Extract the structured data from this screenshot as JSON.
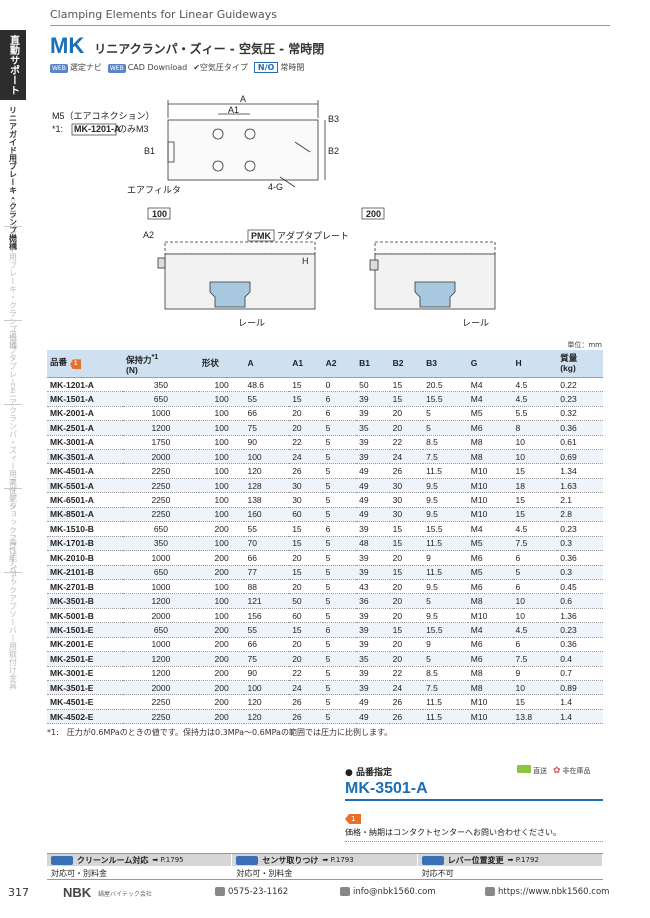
{
  "header": {
    "category": "Clamping Elements for Linear Guideways",
    "model": "MK",
    "subtitle": "リニアクランパ・ズィー - 空気圧 - 常時閉",
    "tag1": "選定ナビ",
    "tag2": "CAD Download",
    "tag3": "空気圧タイプ",
    "no_label": "N/O",
    "tag4": "常時閉",
    "web_icon": "WEB"
  },
  "side_tabs": [
    "直動サポート",
    "リニアガイド用ブレーキ・クランプ機構",
    "リニアシャフト用ブレーキ・クランプ機構",
    "アダプタプレート",
    "リニアクランパ・ズィー用アダプタ",
    "高性能ショックアブソーバー",
    "高性能ショックアブソーバー用取付け金具"
  ],
  "drawing": {
    "label_m5": "M5",
    "label_m5_note": "（エアコネクション）",
    "label_star1": "*1:",
    "label_mk1201": "MK-1201-A",
    "label_m3": "のみM3",
    "label_a": "A",
    "label_a1": "A1",
    "label_a2": "A2",
    "label_b1": "B1",
    "label_b2": "B2",
    "label_b3": "B3",
    "label_4g": "4-G",
    "label_filter": "エアフィルタ",
    "label_100": "100",
    "label_200": "200",
    "label_pmk": "PMK",
    "label_adapter": "アダプタプレート",
    "label_h": "H",
    "label_rail1": "レール",
    "label_rail2": "レール"
  },
  "table": {
    "unit": "単位：mm",
    "headers": {
      "part": "品番",
      "badge": "1",
      "hold": "保持力",
      "hold_note": "*1",
      "hold_unit": "(N)",
      "shape": "形状",
      "a": "A",
      "a1": "A1",
      "a2": "A2",
      "b1": "B1",
      "b2": "B2",
      "b3": "B3",
      "g": "G",
      "h": "H",
      "mass": "質量",
      "mass_unit": "(kg)"
    },
    "rows": [
      [
        "MK-1201-A",
        "350",
        "100",
        "48.6",
        "15",
        "0",
        "50",
        "15",
        "20.5",
        "M4",
        "4.5",
        "0.22"
      ],
      [
        "MK-1501-A",
        "650",
        "100",
        "55",
        "15",
        "6",
        "39",
        "15",
        "15.5",
        "M4",
        "4.5",
        "0.23"
      ],
      [
        "MK-2001-A",
        "1000",
        "100",
        "66",
        "20",
        "6",
        "39",
        "20",
        "5",
        "M5",
        "5.5",
        "0.32"
      ],
      [
        "MK-2501-A",
        "1200",
        "100",
        "75",
        "20",
        "5",
        "35",
        "20",
        "5",
        "M6",
        "8",
        "0.36"
      ],
      [
        "MK-3001-A",
        "1750",
        "100",
        "90",
        "22",
        "5",
        "39",
        "22",
        "8.5",
        "M8",
        "10",
        "0.61"
      ],
      [
        "MK-3501-A",
        "2000",
        "100",
        "100",
        "24",
        "5",
        "39",
        "24",
        "7.5",
        "M8",
        "10",
        "0.69"
      ],
      [
        "MK-4501-A",
        "2250",
        "100",
        "120",
        "26",
        "5",
        "49",
        "26",
        "11.5",
        "M10",
        "15",
        "1.34"
      ],
      [
        "MK-5501-A",
        "2250",
        "100",
        "128",
        "30",
        "5",
        "49",
        "30",
        "9.5",
        "M10",
        "18",
        "1.63"
      ],
      [
        "MK-6501-A",
        "2250",
        "100",
        "138",
        "30",
        "5",
        "49",
        "30",
        "9.5",
        "M10",
        "15",
        "2.1"
      ],
      [
        "MK-8501-A",
        "2250",
        "100",
        "160",
        "60",
        "5",
        "49",
        "30",
        "9.5",
        "M10",
        "15",
        "2.8"
      ],
      [
        "MK-1510-B",
        "650",
        "200",
        "55",
        "15",
        "6",
        "39",
        "15",
        "15.5",
        "M4",
        "4.5",
        "0.23"
      ],
      [
        "MK-1701-B",
        "350",
        "100",
        "70",
        "15",
        "5",
        "48",
        "15",
        "11.5",
        "M5",
        "7.5",
        "0.3"
      ],
      [
        "MK-2010-B",
        "1000",
        "200",
        "66",
        "20",
        "5",
        "39",
        "20",
        "9",
        "M6",
        "6",
        "0.36"
      ],
      [
        "MK-2101-B",
        "650",
        "200",
        "77",
        "15",
        "5",
        "39",
        "15",
        "11.5",
        "M5",
        "5",
        "0.3"
      ],
      [
        "MK-2701-B",
        "1000",
        "100",
        "88",
        "20",
        "5",
        "43",
        "20",
        "9.5",
        "M6",
        "6",
        "0.45"
      ],
      [
        "MK-3501-B",
        "1200",
        "100",
        "121",
        "50",
        "5",
        "36",
        "20",
        "5",
        "M8",
        "10",
        "0.6"
      ],
      [
        "MK-5001-B",
        "2000",
        "100",
        "156",
        "60",
        "5",
        "39",
        "20",
        "9.5",
        "M10",
        "10",
        "1.36"
      ],
      [
        "MK-1501-E",
        "650",
        "200",
        "55",
        "15",
        "6",
        "39",
        "15",
        "15.5",
        "M4",
        "4.5",
        "0.23"
      ],
      [
        "MK-2001-E",
        "1000",
        "200",
        "66",
        "20",
        "5",
        "39",
        "20",
        "9",
        "M6",
        "6",
        "0.36"
      ],
      [
        "MK-2501-E",
        "1200",
        "200",
        "75",
        "20",
        "5",
        "35",
        "20",
        "5",
        "M6",
        "7.5",
        "0.4"
      ],
      [
        "MK-3001-E",
        "1200",
        "200",
        "90",
        "22",
        "5",
        "39",
        "22",
        "8.5",
        "M8",
        "9",
        "0.7"
      ],
      [
        "MK-3501-E",
        "2000",
        "200",
        "100",
        "24",
        "5",
        "39",
        "24",
        "7.5",
        "M8",
        "10",
        "0.89"
      ],
      [
        "MK-4501-E",
        "2250",
        "200",
        "120",
        "26",
        "5",
        "49",
        "26",
        "11.5",
        "M10",
        "15",
        "1.4"
      ],
      [
        "MK-4502-E",
        "2250",
        "200",
        "120",
        "26",
        "5",
        "49",
        "26",
        "11.5",
        "M10",
        "13.8",
        "1.4"
      ]
    ],
    "footnote": "*1:　圧力が0.6MPaのときの値です。保持力は0.3MPa～0.6MPaの範囲では圧力に比例します。"
  },
  "order": {
    "title": "● 品番指定",
    "legend_stock": "直送",
    "legend_nonstock": "非在庫品",
    "code": "MK-3501-A",
    "badge": "1",
    "note": "価格・納期はコンタクトセンターへお問い合わせください。"
  },
  "related": [
    {
      "title": "クリーンルーム対応",
      "page": "➡ P.1795",
      "body": "対応可・別料金"
    },
    {
      "title": "センサ取りつけ",
      "page": "➡ P.1793",
      "body": "対応可・別料金"
    },
    {
      "title": "レバー位置変更",
      "page": "➡ P.1792",
      "body": "対応不可"
    }
  ],
  "footer": {
    "page": "317",
    "brand": "NBK",
    "brand_sub": "鍋屋バイテック会社",
    "tel": "0575-23-1162",
    "email": "info@nbk1560.com",
    "url": "https://www.nbk1560.com"
  },
  "colors": {
    "accent": "#1a6fb5",
    "table_header": "#cfe0f0",
    "badge": "#e8712a"
  }
}
